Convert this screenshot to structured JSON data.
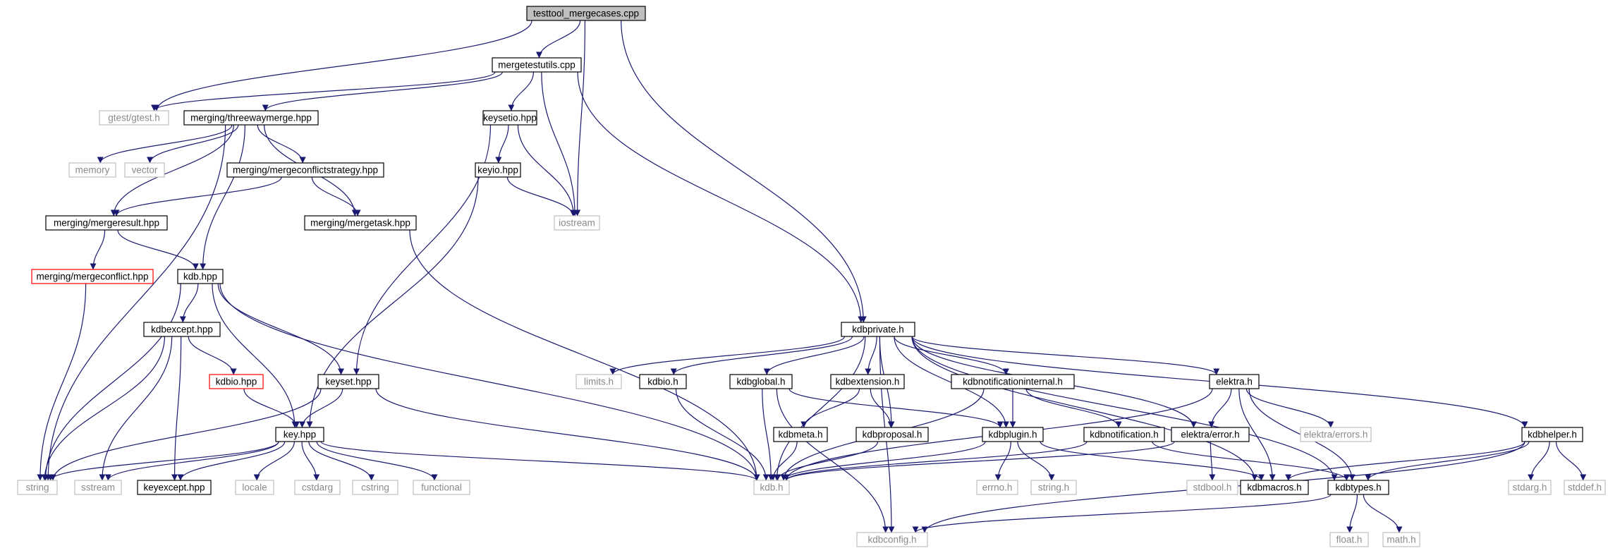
{
  "colors": {
    "edge": "#191970",
    "root_fill": "#bfbfbf",
    "box_border": "#000000",
    "external_border": "#bfbfbf",
    "incomplete_border": "#ff0000",
    "external_text": "#8a8a8a"
  },
  "nodes": [
    {
      "id": "root",
      "label": "testtool_mergecases.cpp",
      "kind": "root"
    },
    {
      "id": "mtu",
      "label": "mergetestutils.cpp",
      "kind": "file"
    },
    {
      "id": "gtest",
      "label": "gtest/gtest.h",
      "kind": "external"
    },
    {
      "id": "twm",
      "label": "merging/threewaymerge.hpp",
      "kind": "file"
    },
    {
      "id": "ksio",
      "label": "keysetio.hpp",
      "kind": "file"
    },
    {
      "id": "memory",
      "label": "memory",
      "kind": "external"
    },
    {
      "id": "vector",
      "label": "vector",
      "kind": "external"
    },
    {
      "id": "mcs",
      "label": "merging/mergeconflictstrategy.hpp",
      "kind": "file"
    },
    {
      "id": "keyio",
      "label": "keyio.hpp",
      "kind": "file"
    },
    {
      "id": "iostream",
      "label": "iostream",
      "kind": "external"
    },
    {
      "id": "mres",
      "label": "merging/mergeresult.hpp",
      "kind": "file"
    },
    {
      "id": "mtask",
      "label": "merging/mergetask.hpp",
      "kind": "file"
    },
    {
      "id": "mconf",
      "label": "merging/mergeconflict.hpp",
      "kind": "incomplete"
    },
    {
      "id": "kdbhpp",
      "label": "kdb.hpp",
      "kind": "file"
    },
    {
      "id": "kdbexc",
      "label": "kdbexcept.hpp",
      "kind": "file"
    },
    {
      "id": "kdbiohpp",
      "label": "kdbio.hpp",
      "kind": "incomplete"
    },
    {
      "id": "keyset",
      "label": "keyset.hpp",
      "kind": "file"
    },
    {
      "id": "key",
      "label": "key.hpp",
      "kind": "file"
    },
    {
      "id": "string",
      "label": "string",
      "kind": "external"
    },
    {
      "id": "sstream",
      "label": "sstream",
      "kind": "external"
    },
    {
      "id": "keyexc",
      "label": "keyexcept.hpp",
      "kind": "file"
    },
    {
      "id": "locale",
      "label": "locale",
      "kind": "external"
    },
    {
      "id": "cstdarg",
      "label": "cstdarg",
      "kind": "external"
    },
    {
      "id": "cstring",
      "label": "cstring",
      "kind": "external"
    },
    {
      "id": "functional",
      "label": "functional",
      "kind": "external"
    },
    {
      "id": "kdbh",
      "label": "kdb.h",
      "kind": "external"
    },
    {
      "id": "kdbpriv",
      "label": "kdbprivate.h",
      "kind": "file"
    },
    {
      "id": "limits",
      "label": "limits.h",
      "kind": "external"
    },
    {
      "id": "kdbioh",
      "label": "kdbio.h",
      "kind": "file"
    },
    {
      "id": "kdbglobal",
      "label": "kdbglobal.h",
      "kind": "file"
    },
    {
      "id": "kdbext",
      "label": "kdbextension.h",
      "kind": "file"
    },
    {
      "id": "kdbnotint",
      "label": "kdbnotificationinternal.h",
      "kind": "file"
    },
    {
      "id": "elektra",
      "label": "elektra.h",
      "kind": "file"
    },
    {
      "id": "kdbmeta",
      "label": "kdbmeta.h",
      "kind": "file"
    },
    {
      "id": "kdbprop",
      "label": "kdbproposal.h",
      "kind": "file"
    },
    {
      "id": "kdbplugin",
      "label": "kdbplugin.h",
      "kind": "file"
    },
    {
      "id": "kdbnotif",
      "label": "kdbnotification.h",
      "kind": "file"
    },
    {
      "id": "elerr",
      "label": "elektra/error.h",
      "kind": "file"
    },
    {
      "id": "elerrs",
      "label": "elektra/errors.h",
      "kind": "external"
    },
    {
      "id": "kdbhelper",
      "label": "kdbhelper.h",
      "kind": "file"
    },
    {
      "id": "errno",
      "label": "errno.h",
      "kind": "external"
    },
    {
      "id": "stringh",
      "label": "string.h",
      "kind": "external"
    },
    {
      "id": "stdbool",
      "label": "stdbool.h",
      "kind": "external"
    },
    {
      "id": "kdbmacros",
      "label": "kdbmacros.h",
      "kind": "file"
    },
    {
      "id": "kdbtypes",
      "label": "kdbtypes.h",
      "kind": "file"
    },
    {
      "id": "stdarg",
      "label": "stdarg.h",
      "kind": "external"
    },
    {
      "id": "stddef",
      "label": "stddef.h",
      "kind": "external"
    },
    {
      "id": "kdbconfig",
      "label": "kdbconfig.h",
      "kind": "external"
    },
    {
      "id": "floath",
      "label": "float.h",
      "kind": "external"
    },
    {
      "id": "mathh",
      "label": "math.h",
      "kind": "external"
    }
  ],
  "edges": [
    [
      "root",
      "mtu"
    ],
    [
      "root",
      "gtest"
    ],
    [
      "root",
      "iostream"
    ],
    [
      "root",
      "kdbpriv"
    ],
    [
      "mtu",
      "gtest"
    ],
    [
      "mtu",
      "twm"
    ],
    [
      "mtu",
      "ksio"
    ],
    [
      "mtu",
      "iostream"
    ],
    [
      "mtu",
      "kdbpriv"
    ],
    [
      "twm",
      "memory"
    ],
    [
      "twm",
      "vector"
    ],
    [
      "twm",
      "mcs"
    ],
    [
      "twm",
      "mres"
    ],
    [
      "twm",
      "mtask"
    ],
    [
      "twm",
      "kdbhpp"
    ],
    [
      "twm",
      "string"
    ],
    [
      "ksio",
      "keyio"
    ],
    [
      "ksio",
      "iostream"
    ],
    [
      "ksio",
      "keyset"
    ],
    [
      "keyio",
      "iostream"
    ],
    [
      "keyio",
      "key"
    ],
    [
      "mcs",
      "mres"
    ],
    [
      "mcs",
      "mtask"
    ],
    [
      "mres",
      "mconf"
    ],
    [
      "mres",
      "kdbhpp"
    ],
    [
      "mconf",
      "string"
    ],
    [
      "mtask",
      "kdbh"
    ],
    [
      "kdbhpp",
      "kdbexc"
    ],
    [
      "kdbhpp",
      "keyset"
    ],
    [
      "kdbhpp",
      "key"
    ],
    [
      "kdbhpp",
      "string"
    ],
    [
      "kdbhpp",
      "kdbh"
    ],
    [
      "kdbexc",
      "kdbiohpp"
    ],
    [
      "kdbexc",
      "keyexc"
    ],
    [
      "kdbexc",
      "string"
    ],
    [
      "kdbexc",
      "sstream"
    ],
    [
      "kdbiohpp",
      "key"
    ],
    [
      "keyset",
      "key"
    ],
    [
      "keyset",
      "string"
    ],
    [
      "keyset",
      "kdbh"
    ],
    [
      "key",
      "string"
    ],
    [
      "key",
      "sstream"
    ],
    [
      "key",
      "keyexc"
    ],
    [
      "key",
      "locale"
    ],
    [
      "key",
      "cstdarg"
    ],
    [
      "key",
      "cstring"
    ],
    [
      "key",
      "functional"
    ],
    [
      "key",
      "kdbh"
    ],
    [
      "kdbpriv",
      "limits"
    ],
    [
      "kdbpriv",
      "kdbioh"
    ],
    [
      "kdbpriv",
      "kdbglobal"
    ],
    [
      "kdbpriv",
      "kdbext"
    ],
    [
      "kdbpriv",
      "kdbprop"
    ],
    [
      "kdbpriv",
      "kdbnotint"
    ],
    [
      "kdbpriv",
      "kdbplugin"
    ],
    [
      "kdbpriv",
      "elektra"
    ],
    [
      "kdbpriv",
      "elerr"
    ],
    [
      "kdbpriv",
      "kdbmacros"
    ],
    [
      "kdbpriv",
      "kdbtypes"
    ],
    [
      "kdbpriv",
      "kdbhelper"
    ],
    [
      "kdbpriv",
      "kdbh"
    ],
    [
      "kdbpriv",
      "kdbconfig"
    ],
    [
      "kdbioh",
      "kdbh"
    ],
    [
      "kdbglobal",
      "kdbh"
    ],
    [
      "kdbglobal",
      "kdbplugin"
    ],
    [
      "kdbglobal",
      "kdbconfig"
    ],
    [
      "kdbext",
      "kdbmeta"
    ],
    [
      "kdbext",
      "kdbprop"
    ],
    [
      "kdbmeta",
      "kdbh"
    ],
    [
      "kdbprop",
      "kdbh"
    ],
    [
      "kdbnotint",
      "kdbplugin"
    ],
    [
      "kdbnotint",
      "kdbnotif"
    ],
    [
      "kdbnotint",
      "kdbh"
    ],
    [
      "kdbplugin",
      "kdbh"
    ],
    [
      "kdbplugin",
      "errno"
    ],
    [
      "kdbplugin",
      "stringh"
    ],
    [
      "kdbplugin",
      "kdbmacros"
    ],
    [
      "kdbnotif",
      "kdbh"
    ],
    [
      "kdbnotif",
      "kdbtypes"
    ],
    [
      "elektra",
      "elerr"
    ],
    [
      "elektra",
      "elerrs"
    ],
    [
      "elektra",
      "kdbh"
    ],
    [
      "elektra",
      "kdbmacros"
    ],
    [
      "elektra",
      "kdbtypes"
    ],
    [
      "elerr",
      "kdbh"
    ],
    [
      "elerr",
      "stdbool"
    ],
    [
      "kdbhelper",
      "kdbmacros"
    ],
    [
      "kdbhelper",
      "kdbtypes"
    ],
    [
      "kdbhelper",
      "stdarg"
    ],
    [
      "kdbhelper",
      "stddef"
    ],
    [
      "kdbhelper",
      "kdbconfig"
    ],
    [
      "kdbtypes",
      "kdbconfig"
    ],
    [
      "kdbtypes",
      "floath"
    ],
    [
      "kdbtypes",
      "mathh"
    ]
  ]
}
